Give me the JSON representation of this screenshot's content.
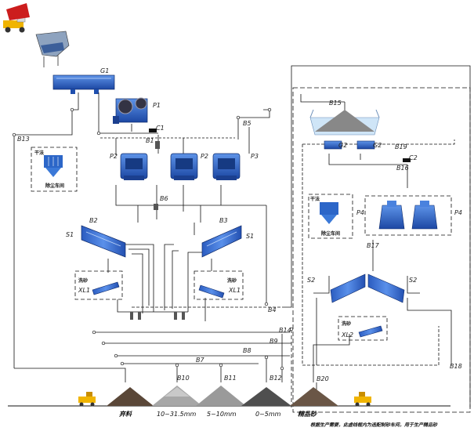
{
  "equipment": {
    "g1": "G1",
    "p1": "P1",
    "p2": "P2",
    "p3": "P3",
    "p4": "P4",
    "s1": "S1",
    "s2": "S2",
    "xl1": "XL1",
    "xl2": "XL2",
    "g2": "G2",
    "c1": "C1",
    "c2": "C2"
  },
  "belts": {
    "b1": "B1",
    "b2": "B2",
    "b3": "B3",
    "b4": "B4",
    "b5": "B5",
    "b6": "B6",
    "b7": "B7",
    "b8": "B8",
    "b9": "B9",
    "b10": "B10",
    "b11": "B11",
    "b12": "B12",
    "b13": "B13",
    "b14": "B14",
    "b15": "B15",
    "b16": "B16",
    "b17": "B17",
    "b18": "B18",
    "b19": "B19",
    "b20": "B20"
  },
  "dust": {
    "dry_method": "干法",
    "collector": "除尘车间"
  },
  "washer": {
    "name": "洗砂"
  },
  "products": {
    "waste": "弃料",
    "p1": "10~31.5mm",
    "p2": "5~10mm",
    "p3": "0~5mm",
    "refined_sand": "精品砂"
  },
  "footnote": "根据生产需要，此虚线框内为选配制砂车间，用于生产精品砂",
  "colors": {
    "machine_blue": "#1f4fae",
    "machine_light": "#4d86e0",
    "line": "#111111",
    "pile_dark": "#5a4738",
    "pile_grey": "#a7a7a7"
  }
}
